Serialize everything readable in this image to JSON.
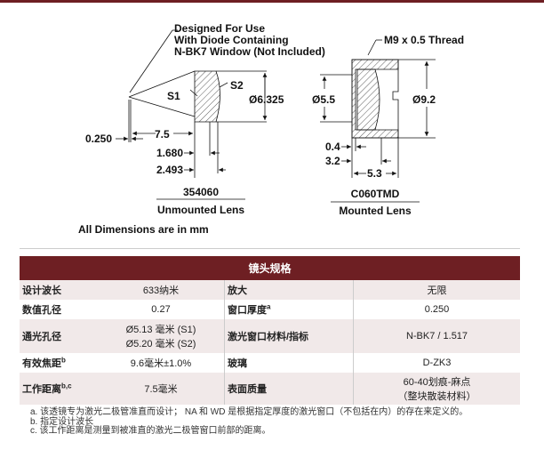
{
  "drawing": {
    "unmounted": {
      "note": [
        "Designed For Use",
        "With Diode Containing",
        "N-BK7 Window (Not Included)"
      ],
      "s1": "S1",
      "s2": "S2",
      "diameter": "Ø6.325",
      "d_window": "0.250",
      "d_wd": "7.5",
      "d_1": "1.680",
      "d_2": "2.493",
      "part": "354060",
      "caption": "Unmounted Lens"
    },
    "mounted": {
      "thread": "M9 x 0.5 Thread",
      "inner": "Ø5.5",
      "outer": "Ø9.2",
      "d_04": "0.4",
      "d_32": "3.2",
      "d_53": "5.3",
      "part": "C060TMD",
      "caption": "Mounted Lens"
    },
    "units": "All Dimensions are in mm"
  },
  "table": {
    "title": "镜头规格",
    "rows": [
      {
        "l1": "设计波长",
        "s1": "",
        "v1": "633纳米",
        "l2": "放大",
        "s2": "",
        "v2": "无限"
      },
      {
        "l1": "数值孔径",
        "s1": "",
        "v1": "0.27",
        "l2": "窗口厚度",
        "s2": "a",
        "v2": "0.250"
      },
      {
        "l1": "通光孔径",
        "s1": "",
        "v1": "Ø5.13 毫米 (S1)",
        "v1b": "Ø5.20 毫米 (S2)",
        "l2": "激光窗口材料/指标",
        "s2": "",
        "v2": "N-BK7 / 1.517"
      },
      {
        "l1": "有效焦距",
        "s1": "b",
        "v1": "9.6毫米±1.0%",
        "l2": "玻璃",
        "s2": "",
        "v2": "D-ZK3"
      },
      {
        "l1": "工作距离",
        "s1": "b,c",
        "v1": "7.5毫米",
        "l2": "表面质量",
        "s2": "",
        "v2": "60-40划痕-麻点",
        "v2b": "（整块散装材料）"
      }
    ]
  },
  "notes": [
    "a. 该透镜专为激光二极管准直而设计； NA 和 WD 是根据指定厚度的激光窗口（不包括在内）的存在来定义的。",
    "b. 指定设计波长",
    "c. 该工作距离是测量到被准直的激光二极管窗口前部的距离。"
  ]
}
